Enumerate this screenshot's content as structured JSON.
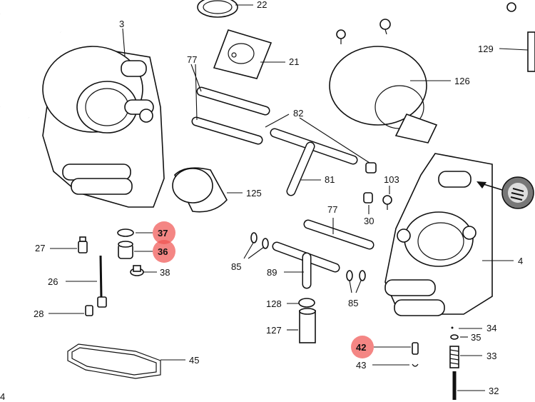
{
  "highlight_color": "#ef5350",
  "callouts": {
    "c3": "3",
    "c22": "22",
    "c21": "21",
    "c77a": "77",
    "c82": "82",
    "c81": "81",
    "c125": "125",
    "c126": "126",
    "c129": "129",
    "c103": "103",
    "c30": "30",
    "c77b": "77",
    "c4": "4",
    "c27": "27",
    "c37": "37",
    "c36": "36",
    "c38": "38",
    "c26": "26",
    "c28": "28",
    "c85a": "85",
    "c89": "89",
    "c85b": "85",
    "c128": "128",
    "c127": "127",
    "c34": "34",
    "c35": "35",
    "c42": "42",
    "c33": "33",
    "c43": "43",
    "c32": "32",
    "c45": "45",
    "c4b": "4"
  },
  "highlighted": [
    "37",
    "36",
    "42"
  ],
  "icons": {
    "magnifier": "magnifier-icon"
  }
}
